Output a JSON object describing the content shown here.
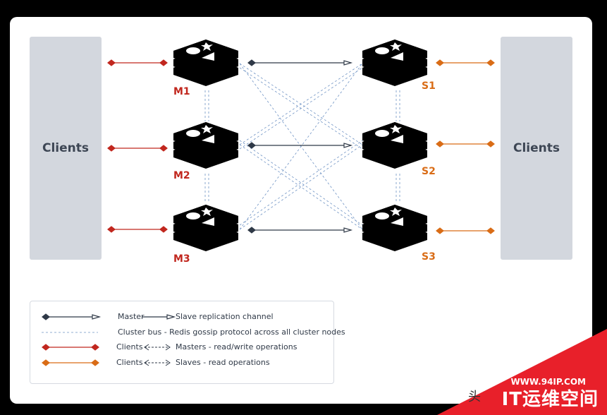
{
  "clients_left": "Clients",
  "clients_right": "Clients",
  "masters": [
    "M1",
    "M2",
    "M3"
  ],
  "slaves": [
    "S1",
    "S2",
    "S3"
  ],
  "colors": {
    "master": "#c1271e",
    "slave": "#d96c16",
    "replication": "#2f3947",
    "cluster_bus": "#6f93c4",
    "panel": "#d3d7de",
    "watermark": "#e8202a"
  },
  "legend": {
    "replication": {
      "left": "Master",
      "right": "Slave replication channel"
    },
    "cluster_bus": {
      "text": "Cluster bus - Redis gossip protocol across all cluster nodes"
    },
    "masters": {
      "left": "Clients",
      "right": "Masters - read/write operations"
    },
    "slaves": {
      "left": "Clients",
      "right": "Slaves - read operations"
    }
  },
  "watermark": {
    "url": "WWW.94IP.COM",
    "title": "IT运维空间",
    "partial": "头"
  }
}
